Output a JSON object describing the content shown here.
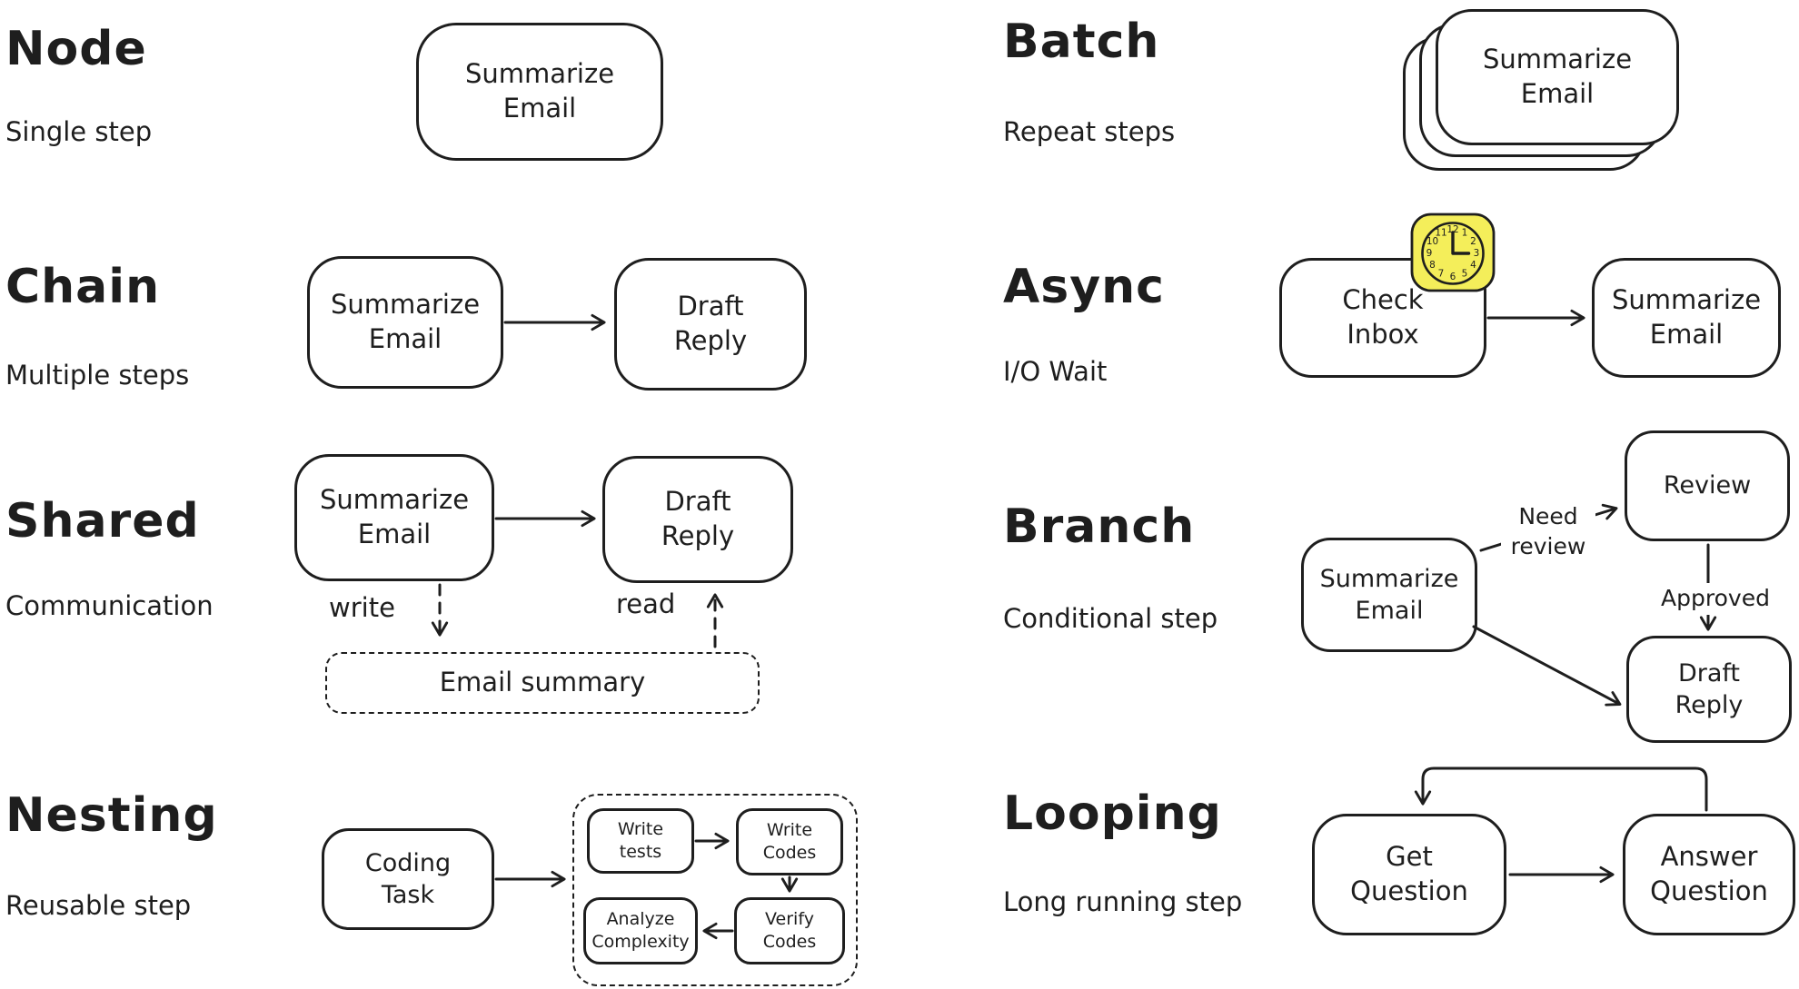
{
  "canvas": {
    "stroke_color": "#1e1e1e",
    "background": "#ffffff",
    "clock_yellow": "#f4ee5a"
  },
  "sections": {
    "node": {
      "title": "Node",
      "subtitle": "Single step",
      "box": "Summarize\nEmail"
    },
    "chain": {
      "title": "Chain",
      "subtitle": "Multiple steps",
      "box1": "Summarize\nEmail",
      "box2": "Draft\nReply"
    },
    "shared": {
      "title": "Shared",
      "subtitle": "Communication",
      "box1": "Summarize\nEmail",
      "box2": "Draft\nReply",
      "write_label": "write",
      "read_label": "read",
      "store_box": "Email summary"
    },
    "nesting": {
      "title": "Nesting",
      "subtitle": "Reusable step",
      "box": "Coding\nTask",
      "inner1": "Write\ntests",
      "inner2": "Write\nCodes",
      "inner3": "Verify\nCodes",
      "inner4": "Analyze\nComplexity"
    },
    "batch": {
      "title": "Batch",
      "subtitle": "Repeat steps",
      "box": "Summarize\nEmail"
    },
    "async": {
      "title": "Async",
      "subtitle": "I/O Wait",
      "box1": "Check\nInbox",
      "box2": "Summarize\nEmail",
      "clock_numbers": [
        "12",
        "1",
        "2",
        "3",
        "4",
        "5",
        "6",
        "7",
        "8",
        "9",
        "10",
        "11"
      ]
    },
    "branch": {
      "title": "Branch",
      "subtitle": "Conditional step",
      "box1": "Summarize\nEmail",
      "box2": "Review",
      "box3": "Draft\nReply",
      "label_need_review": "Need\nreview",
      "label_approved": "Approved"
    },
    "looping": {
      "title": "Looping",
      "subtitle": "Long running step",
      "box1": "Get\nQuestion",
      "box2": "Answer\nQuestion"
    }
  }
}
